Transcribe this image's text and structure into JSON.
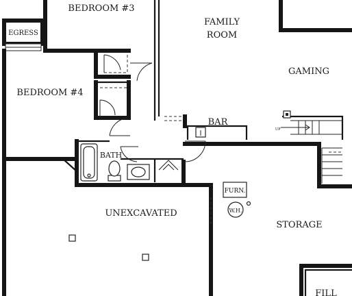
{
  "rooms": {
    "bedroom3": "BEDROOM #3",
    "family_line1": "FAMILY",
    "family_line2": "ROOM",
    "egress": "EGRESS",
    "gaming": "GAMING",
    "bedroom4": "BEDROOM #4",
    "bar": "BAR",
    "bath": "BATH",
    "unexcavated": "UNEXCAVATED",
    "furnace": "FURN.",
    "water_heater": "W.H.",
    "storage": "STORAGE",
    "fill": "FILL"
  },
  "stair_label": "UP"
}
